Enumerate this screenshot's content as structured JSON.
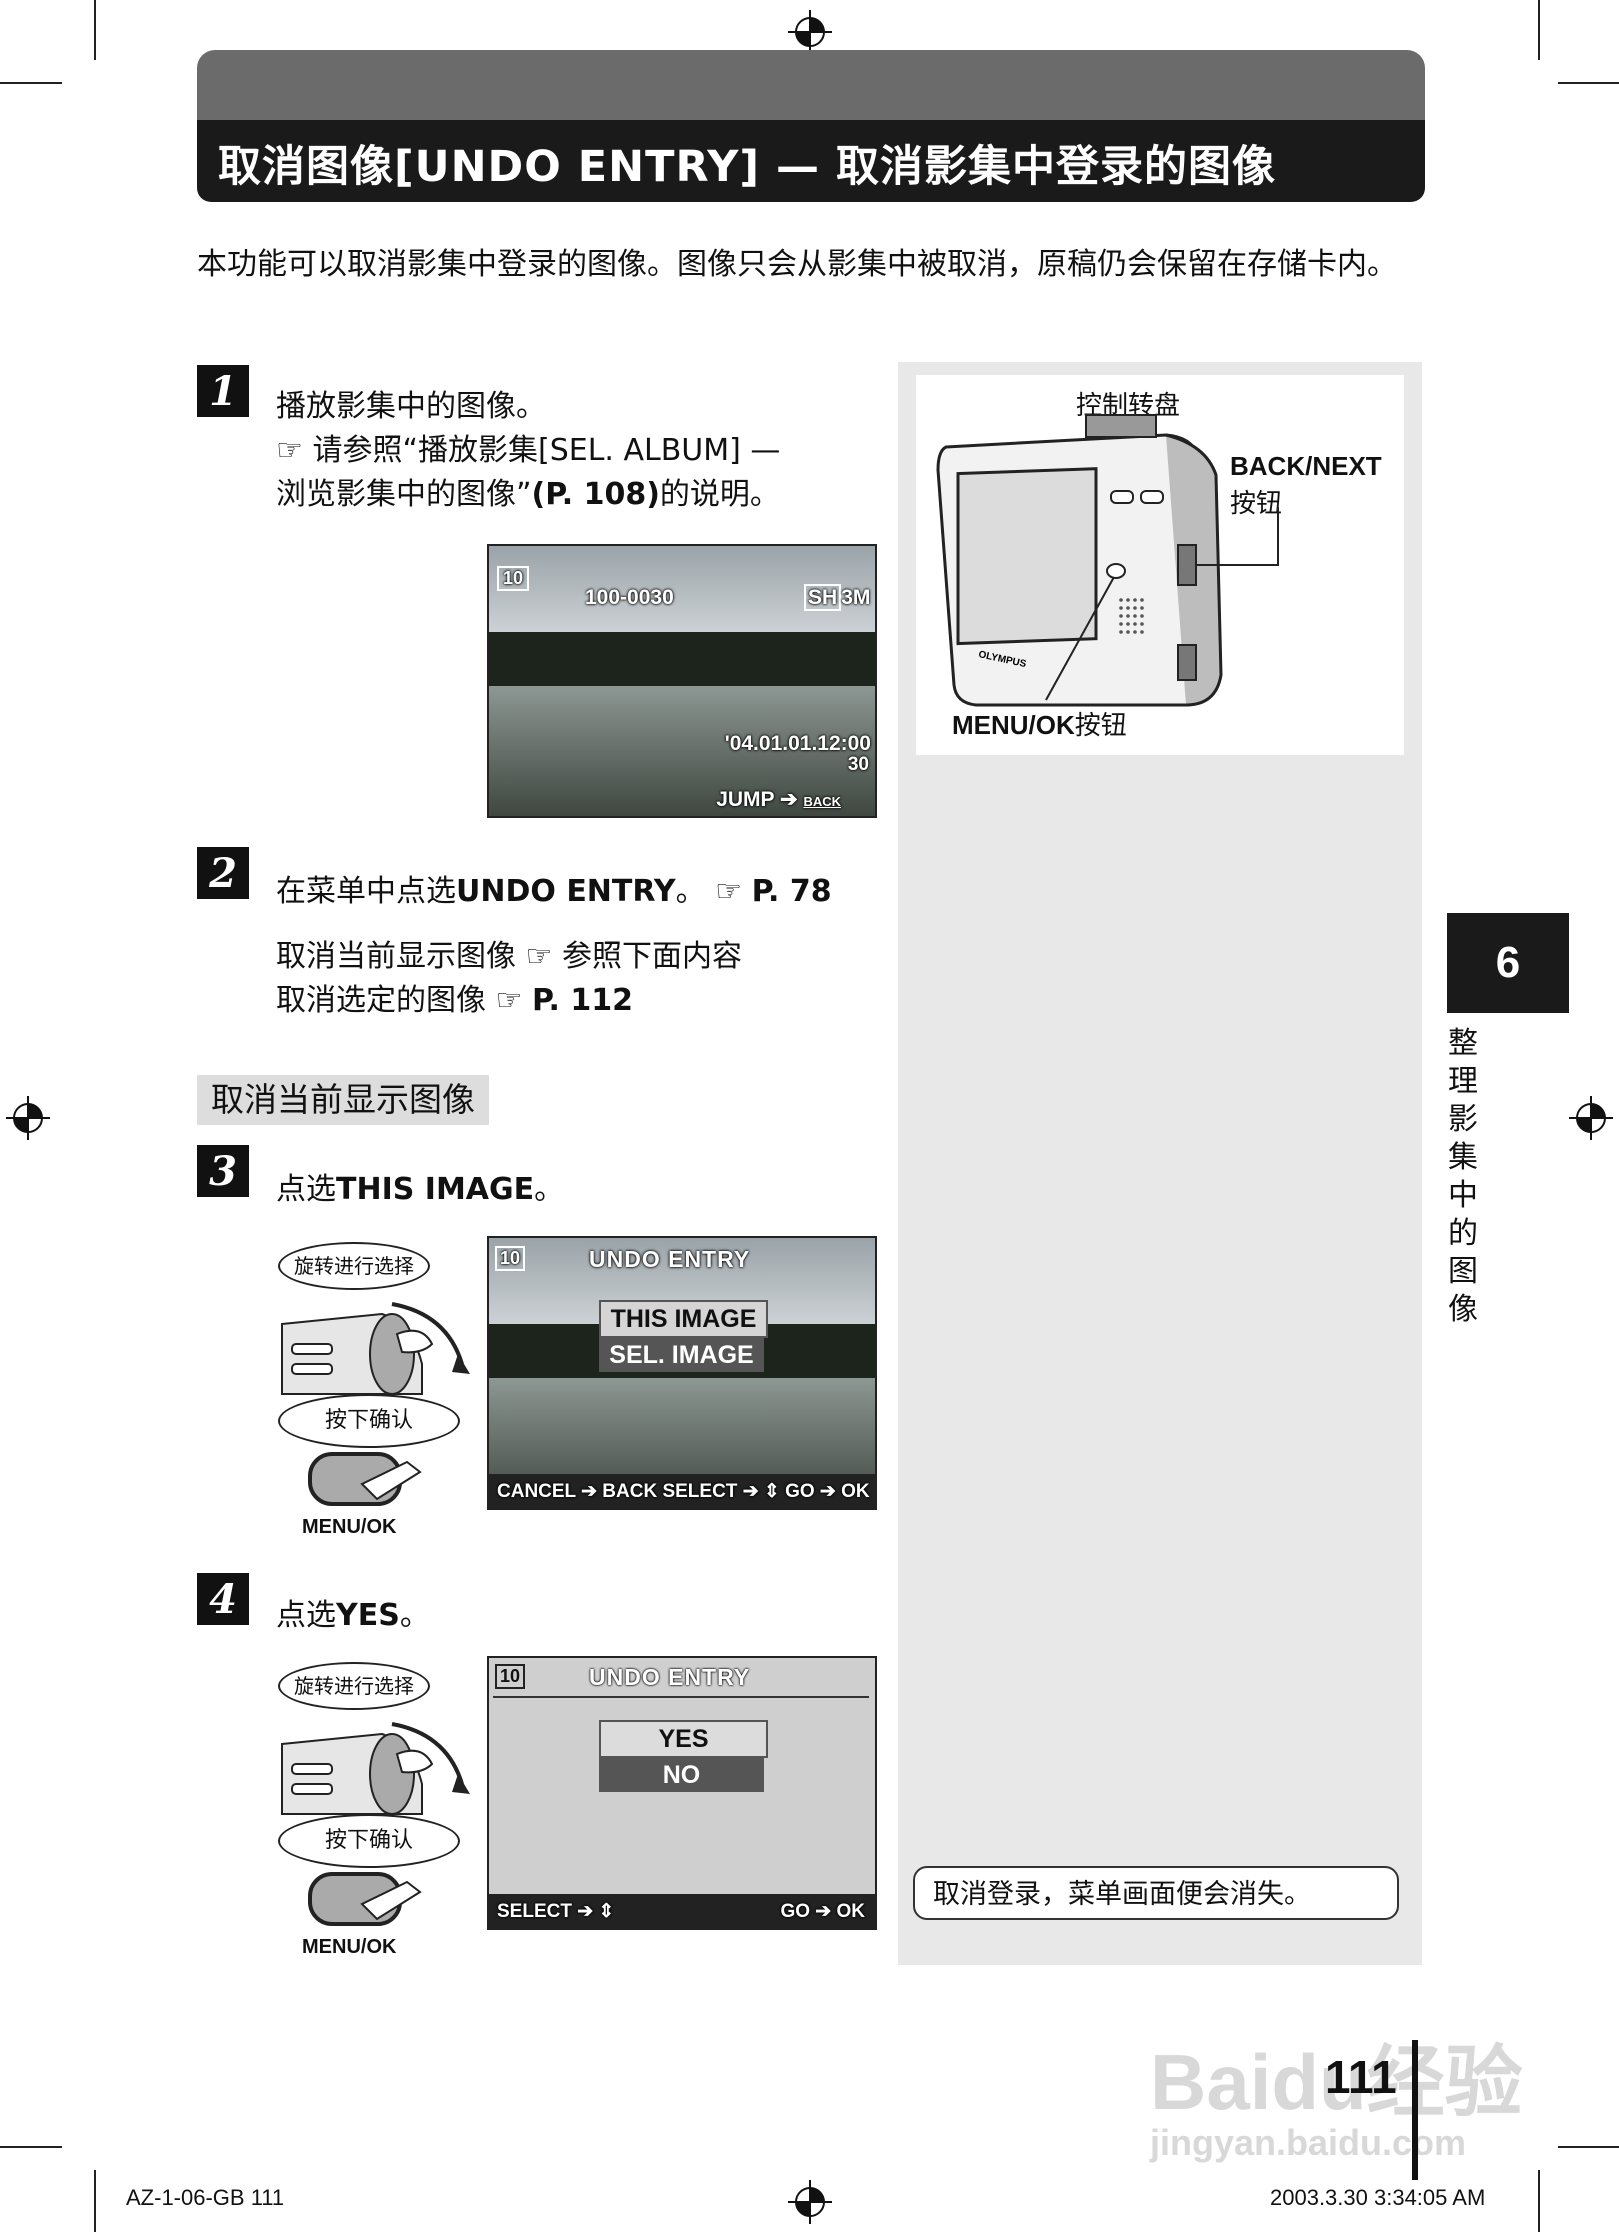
{
  "header": {
    "title": "取消图像[UNDO ENTRY] — 取消影集中登录的图像"
  },
  "intro": "本功能可以取消影集中登录的图像。图像只会从影集中被取消，原稿仍会保留在存储卡内。",
  "step1": {
    "num": "1",
    "line1": "播放影集中的图像。",
    "line2_ref": "☞",
    "line2": "请参照“播放影集[SEL. ALBUM] —",
    "line3": "浏览影集中的图像”",
    "line3_bold": "(P. 108)",
    "line3_end": "的说明。",
    "screen": {
      "frame": "10",
      "folder": "100-0030",
      "quality": "SH",
      "size": "3M",
      "date": "'04.01.01.12:00",
      "count": "30",
      "jump": "JUMP ➔",
      "back": "BACK"
    }
  },
  "step2": {
    "num": "2",
    "line1": "在菜单中点选",
    "line1_bold": "UNDO ENTRY",
    "line1_end": "。",
    "line1_ref": "☞",
    "line1_page": "P. 78",
    "line2": "取消当前显示图像",
    "line2_ref": "☞",
    "line2_end": "参照下面内容",
    "line3": "取消选定的图像",
    "line3_ref": "☞",
    "line3_page": "P. 112"
  },
  "section_label": "取消当前显示图像",
  "step3": {
    "num": "3",
    "line1": "点选",
    "line1_bold": "THIS IMAGE",
    "line1_end": "。",
    "bubble_rotate": "旋转进行选择",
    "bubble_press": "按下确认",
    "menuok_label": "MENU/OK",
    "screen": {
      "frame": "10",
      "title": "UNDO ENTRY",
      "opt1": "THIS IMAGE",
      "opt2": "SEL. IMAGE",
      "bar": "CANCEL ➔ BACK  SELECT ➔ ⇕  GO ➔ OK"
    }
  },
  "step4": {
    "num": "4",
    "line1": "点选",
    "line1_bold": "YES",
    "line1_end": "。",
    "bubble_rotate": "旋转进行选择",
    "bubble_press": "按下确认",
    "menuok_label": "MENU/OK",
    "screen": {
      "frame": "10",
      "title": "UNDO ENTRY",
      "opt1": "YES",
      "opt2": "NO",
      "bar_left": "SELECT ➔ ⇕",
      "bar_right": "GO ➔ OK"
    }
  },
  "sidebar": {
    "dial_label": "控制转盘",
    "backnext_label": "BACK/NEXT",
    "backnext_suffix": "按钮",
    "menuok_label": "MENU/OK",
    "menuok_suffix": "按钮",
    "brand": "OLYMPUS",
    "note": "取消登录，菜单画面便会消失。"
  },
  "chapter": {
    "number": "6",
    "title": "整理影集中的图像"
  },
  "page_number": "111",
  "footer": {
    "left": "AZ-1-06-GB   111",
    "right": "2003.3.30   3:34:05 AM"
  },
  "watermark": {
    "main": "Baidu经验",
    "sub": "jingyan.baidu.com"
  }
}
